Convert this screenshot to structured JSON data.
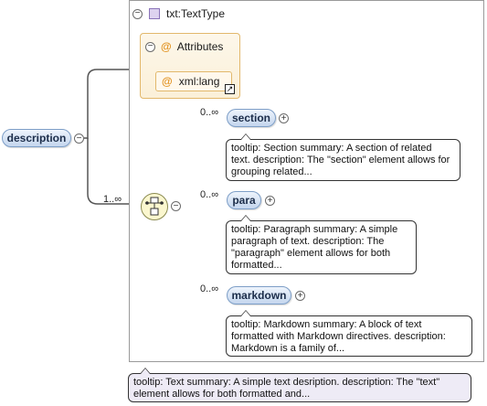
{
  "type": {
    "name": "txt:TextType",
    "collapse_symbol": "−"
  },
  "attributes": {
    "title": "Attributes",
    "at_symbol": "@",
    "collapse_symbol": "−",
    "items": [
      {
        "name": "xml:lang",
        "link_symbol": "↗"
      }
    ]
  },
  "root": {
    "name": "description",
    "collapse_symbol": "−",
    "occurrence": "1..∞"
  },
  "sequence": {
    "collapse_symbol": "−"
  },
  "children": [
    {
      "name": "section",
      "occurrence": "0..∞",
      "expand_symbol": "+",
      "tooltip": "tooltip: Section summary: A section of related\ntext. description: The \"section\" element allows for\ngrouping related..."
    },
    {
      "name": "para",
      "occurrence": "0..∞",
      "expand_symbol": "+",
      "tooltip": "tooltip: Paragraph summary: A simple\nparagraph of text. description: The\n\"paragraph\" element allows for both\nformatted..."
    },
    {
      "name": "markdown",
      "occurrence": "0..∞",
      "expand_symbol": "+",
      "tooltip": "tooltip: Markdown summary: A block of text\nformatted with Markdown directives. description:\nMarkdown is a family of..."
    }
  ],
  "type_tooltip": "tooltip: Text summary: A simple text desription. description: The \"text\"\nelement allows for both formatted and..."
}
